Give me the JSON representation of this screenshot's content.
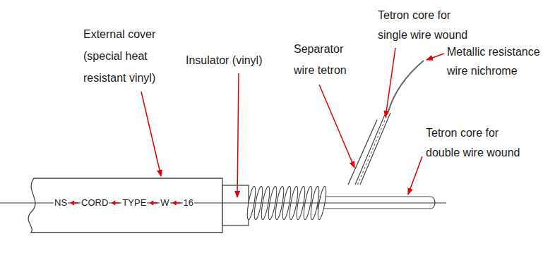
{
  "diagram": {
    "labels": [
      "External cover (special heat resistant vinyl)",
      "Insulator (vinyl)",
      "Separator wire tetron",
      "Tetron core for single wire wound",
      "Metallic resistance wire nichrome",
      "Tetron core for double wire wound",
      "NS",
      "CORD",
      "TYPE",
      "W",
      "16"
    ]
  }
}
